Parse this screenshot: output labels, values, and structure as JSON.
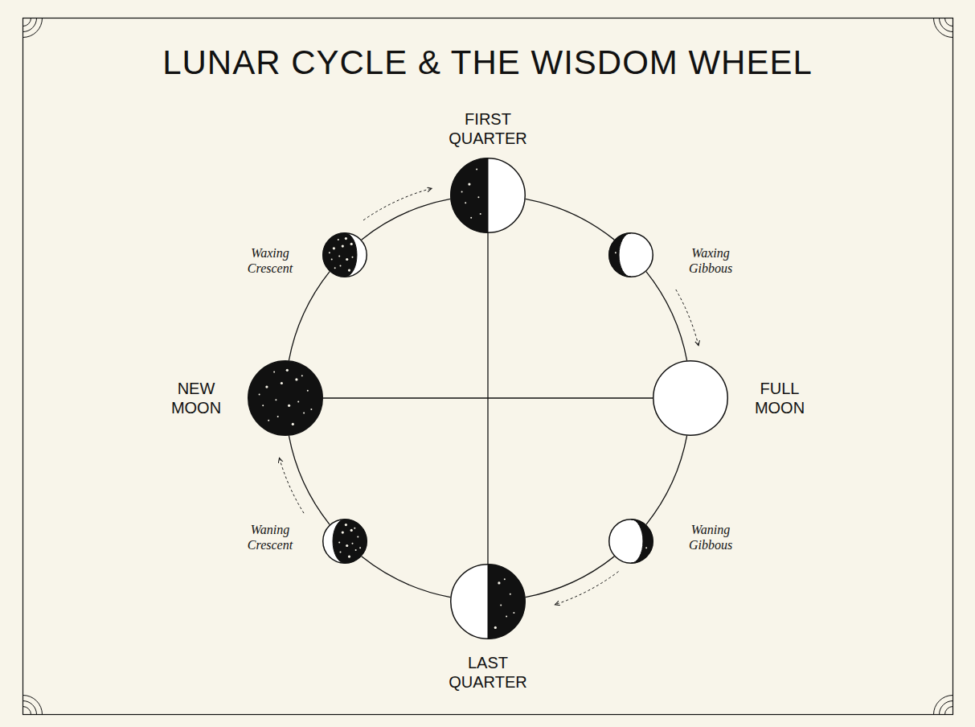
{
  "diagram": {
    "title": "LUNAR CYCLE & THE WISDOM WHEEL",
    "nodes": [
      {
        "text": [
          "FIRST QUARTER"
        ]
      },
      {
        "text": [
          "Waxing Crescent"
        ]
      },
      {
        "text": [
          "Waxing Gibbous"
        ]
      },
      {
        "text": [
          "NEW MOON"
        ]
      },
      {
        "text": [
          "FULL MOON"
        ]
      },
      {
        "text": [
          "Waning Crescent"
        ]
      },
      {
        "text": [
          "Waning Gibbous"
        ]
      },
      {
        "text": [
          "LAST QUARTER"
        ]
      }
    ],
    "edges": [
      {
        "from": 3,
        "to": 1,
        "arrow": "none"
      },
      {
        "from": 1,
        "to": 0,
        "arrow": "none"
      },
      {
        "from": 0,
        "to": 2,
        "arrow": "none"
      },
      {
        "from": 2,
        "to": 4,
        "arrow": "none"
      },
      {
        "from": 4,
        "to": 6,
        "arrow": "none"
      },
      {
        "from": 6,
        "to": 7,
        "arrow": "none"
      },
      {
        "from": 7,
        "to": 5,
        "arrow": "none"
      },
      {
        "from": 5,
        "to": 3,
        "arrow": "none"
      },
      {
        "from": 0,
        "to": 7,
        "arrow": "none"
      },
      {
        "from": 3,
        "to": 4,
        "arrow": "none"
      }
    ]
  }
}
